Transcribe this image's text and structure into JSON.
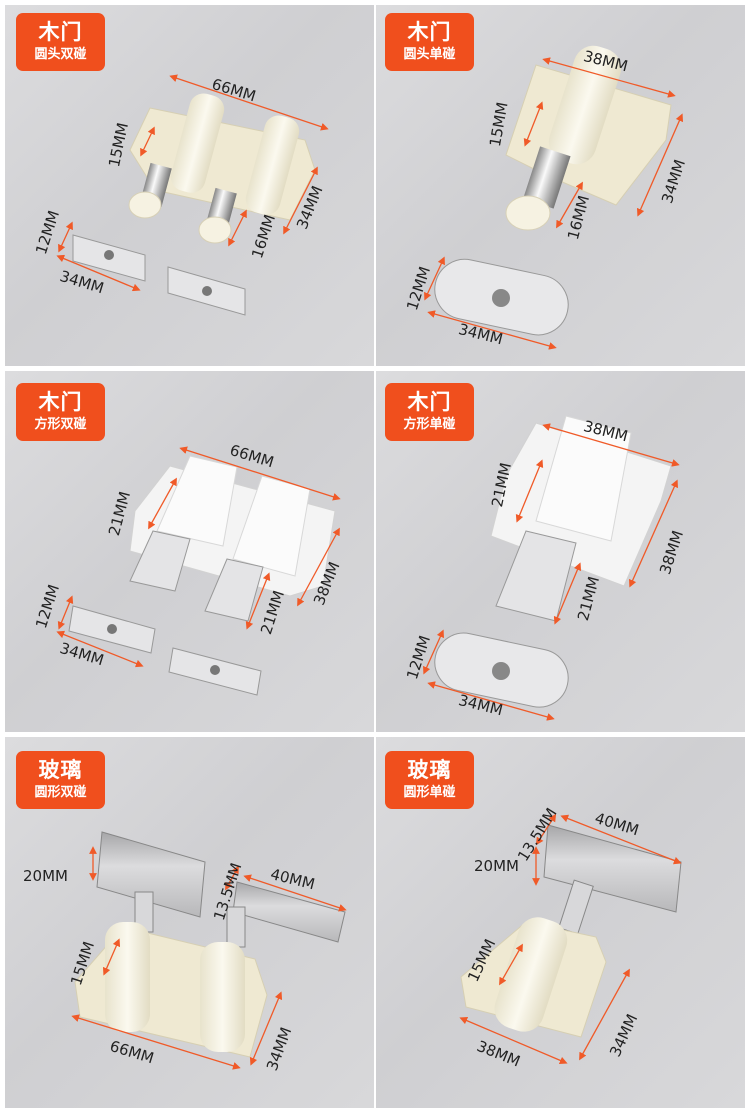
{
  "colors": {
    "badge": "#f04f1d",
    "arrow": "#f05a28",
    "background": "#d4d4d6",
    "plastic_ivory": "#f3efdc",
    "plastic_white": "#f4f4f4",
    "steel": "#c9c9cb"
  },
  "panels": [
    {
      "title": "木门",
      "subtitle": "圆头双碰",
      "dims": {
        "width": "66MM",
        "hole": "15MM",
        "height": "34MM",
        "plunger": "16MM",
        "plate_w": "12MM",
        "plate_l": "34MM"
      }
    },
    {
      "title": "木门",
      "subtitle": "圆头单碰",
      "dims": {
        "width": "38MM",
        "hole": "15MM",
        "height": "34MM",
        "plunger": "16MM",
        "plate_w": "12MM",
        "plate_l": "34MM"
      }
    },
    {
      "title": "木门",
      "subtitle": "方形双碰",
      "dims": {
        "width": "66MM",
        "hole": "21MM",
        "height": "38MM",
        "plunger": "21MM",
        "plate_w": "12MM",
        "plate_l": "34MM"
      }
    },
    {
      "title": "木门",
      "subtitle": "方形单碰",
      "dims": {
        "width": "38MM",
        "hole": "21MM",
        "height": "38MM",
        "plunger": "21MM",
        "plate_w": "12MM",
        "plate_l": "34MM"
      }
    },
    {
      "title": "玻璃",
      "subtitle": "圆形双碰",
      "dims": {
        "clip_h": "20MM",
        "clip_d": "13.5MM",
        "clip_l": "40MM",
        "hole": "15MM",
        "width": "66MM",
        "height": "34MM"
      }
    },
    {
      "title": "玻璃",
      "subtitle": "圆形单碰",
      "dims": {
        "clip_d": "13.5MM",
        "clip_l": "40MM",
        "clip_h": "20MM",
        "hole": "15MM",
        "width": "38MM",
        "height": "34MM"
      }
    }
  ]
}
